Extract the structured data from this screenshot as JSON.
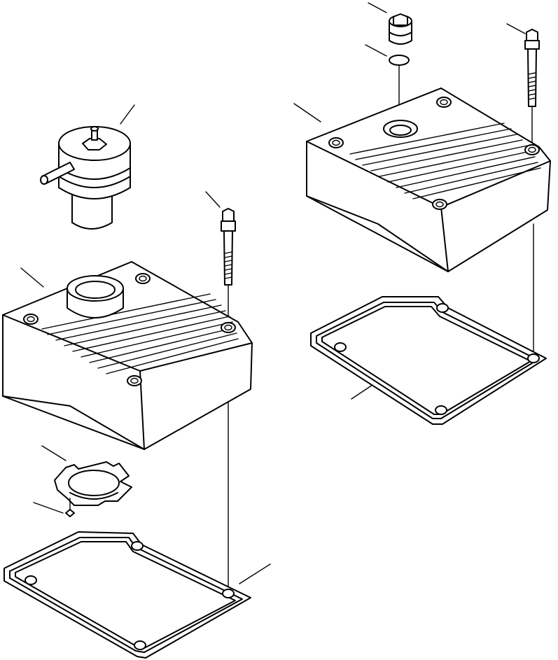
{
  "diagram": {
    "type": "exploded-parts-view",
    "line_color": "#000000",
    "background": "#ffffff",
    "parts": [
      {
        "name": "breather-cap"
      },
      {
        "name": "cover-with-filler-neck"
      },
      {
        "name": "long-bolt-left"
      },
      {
        "name": "clamp-bracket"
      },
      {
        "name": "small-washer-left"
      },
      {
        "name": "gasket-left"
      },
      {
        "name": "oil-filler-plug"
      },
      {
        "name": "o-ring"
      },
      {
        "name": "long-bolt-right"
      },
      {
        "name": "cover-plain"
      },
      {
        "name": "gasket-right"
      }
    ]
  }
}
